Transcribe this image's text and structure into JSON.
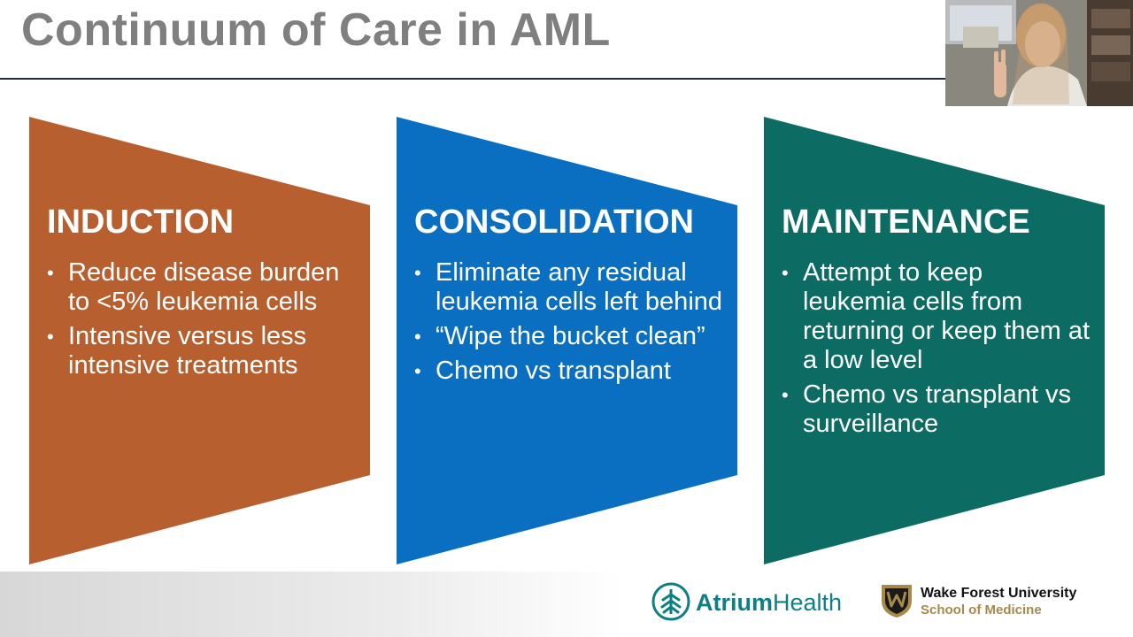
{
  "slide": {
    "title": "Continuum of Care in AML"
  },
  "panels": [
    {
      "heading": "INDUCTION",
      "color": "#b85f30",
      "bullets": [
        "Reduce disease burden to <5% leukemia cells",
        "Intensive versus less intensive treatments"
      ]
    },
    {
      "heading": "CONSOLIDATION",
      "color": "#0a6fc0",
      "bullets": [
        "Eliminate any residual leukemia cells left behind",
        "“Wipe the bucket clean”",
        "Chemo vs transplant"
      ]
    },
    {
      "heading": "MAINTENANCE",
      "color": "#0c6b63",
      "bullets": [
        "Attempt to keep leukemia cells from returning or keep them at a low level",
        "Chemo vs transplant vs surveillance"
      ]
    }
  ],
  "logos": {
    "atrium": {
      "bold": "Atrium",
      "regular": "Health",
      "color": "#0f7f86"
    },
    "wake_forest": {
      "line1": "Wake Forest University",
      "line2": "School of Medicine",
      "gold": "#a8894a"
    }
  },
  "webcam": {
    "icon": "presenter-video-thumbnail"
  }
}
